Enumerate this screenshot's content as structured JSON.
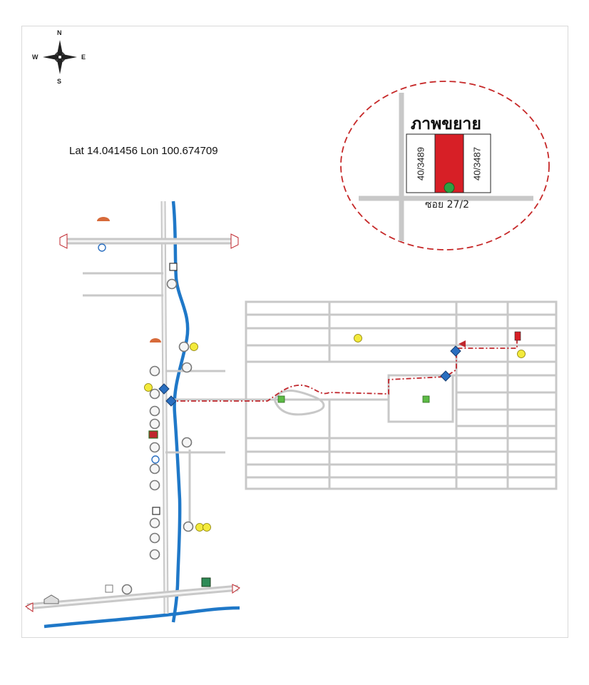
{
  "coordinates_text": "Lat 14.041456 Lon 100.674709",
  "compass": {
    "n": "N",
    "s": "S",
    "e": "E",
    "w": "W"
  },
  "inset": {
    "title": "ภาพขยาย",
    "lot_left": "40/3489",
    "lot_right": "40/3487",
    "road": "ซอย 27/2"
  },
  "colors": {
    "river": "#1f78c8",
    "road": "#c8c8c8",
    "route": "#c0272d",
    "target_lot": "#d71f26",
    "marker_green": "#2ea043",
    "marker_yellow": "#f3ea3c",
    "junction": "#2a6fc0",
    "inset_border": "#c62828"
  },
  "icons": [
    "compass-rose-icon",
    "village-icon",
    "temple-icon",
    "school-icon",
    "store-icon",
    "park-icon",
    "junction-icon",
    "target-pin-icon"
  ]
}
